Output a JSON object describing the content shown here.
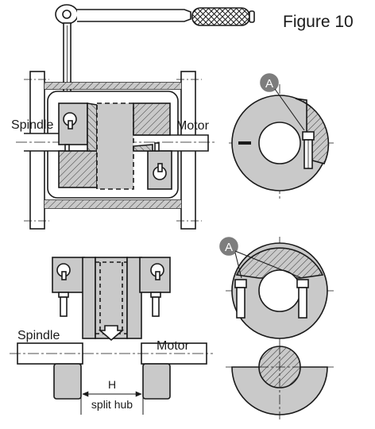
{
  "figure": {
    "caption": "Figure 10",
    "callout_marker": "A",
    "colors": {
      "line": "#1a1a1a",
      "shade": "#c9c9c9",
      "shade_dark": "#b5b5b5",
      "marker": "#7d7d7d",
      "hatch": "#333333"
    }
  },
  "labels": {
    "spindle_top": "Spindle",
    "motor_top": "Motor",
    "spindle_bottom": "Spindle",
    "motor_bottom": "Motor",
    "dim_h": "H",
    "split_hub": "split hub"
  }
}
